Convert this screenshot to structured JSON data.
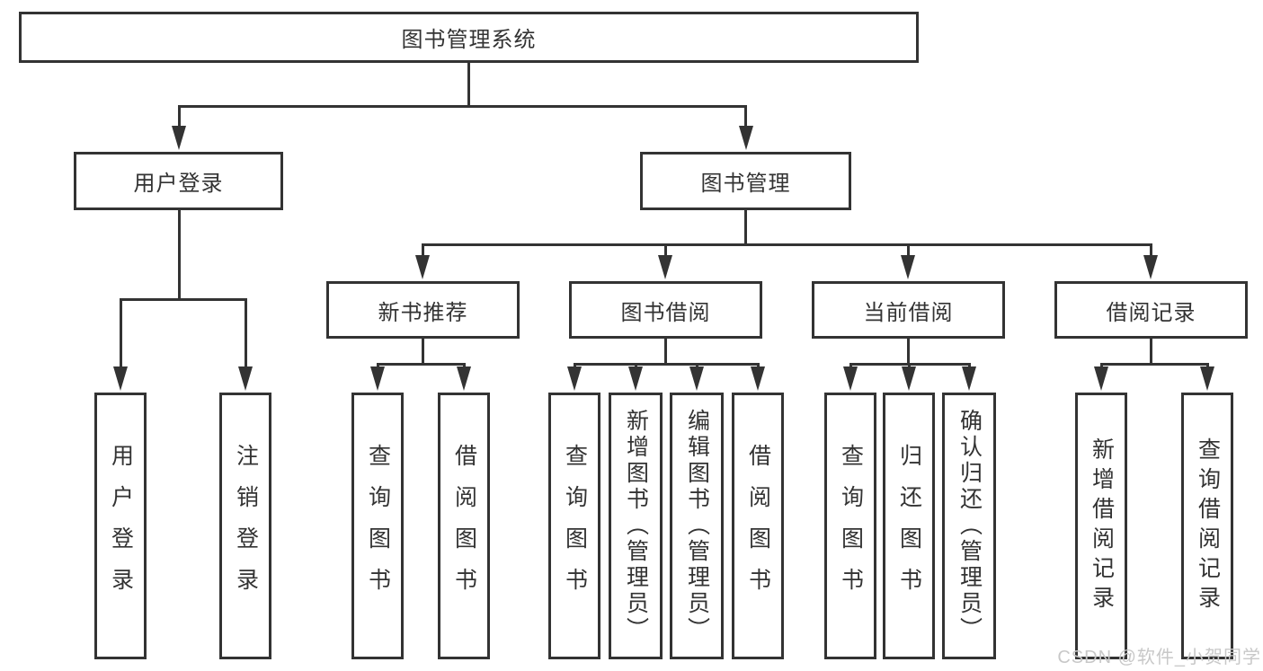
{
  "diagram": {
    "nodes": {
      "root": {
        "label": "图书管理系统"
      },
      "branches": [
        {
          "label": "用户登录"
        },
        {
          "label": "图书管理"
        }
      ],
      "modules": [
        {
          "label": "新书推荐"
        },
        {
          "label": "图书借阅"
        },
        {
          "label": "当前借阅"
        },
        {
          "label": "借阅记录"
        }
      ],
      "leaves": [
        {
          "label": "用户登录"
        },
        {
          "label": "注销登录"
        },
        {
          "label": "查询图书"
        },
        {
          "label": "借阅图书"
        },
        {
          "label": "查询图书"
        },
        {
          "label": "新增图书（管理员）"
        },
        {
          "label": "编辑图书（管理员）"
        },
        {
          "label": "借阅图书"
        },
        {
          "label": "查询图书"
        },
        {
          "label": "归还图书"
        },
        {
          "label": "确认归还（管理员）"
        },
        {
          "label": "新增借阅记录"
        },
        {
          "label": "查询借阅记录"
        }
      ]
    },
    "colors": {
      "line": "#333333",
      "text": "#333333",
      "background": "#ffffff",
      "watermark": "#c8c8c8"
    },
    "watermark": "CSDN @软件_小贺同学"
  }
}
